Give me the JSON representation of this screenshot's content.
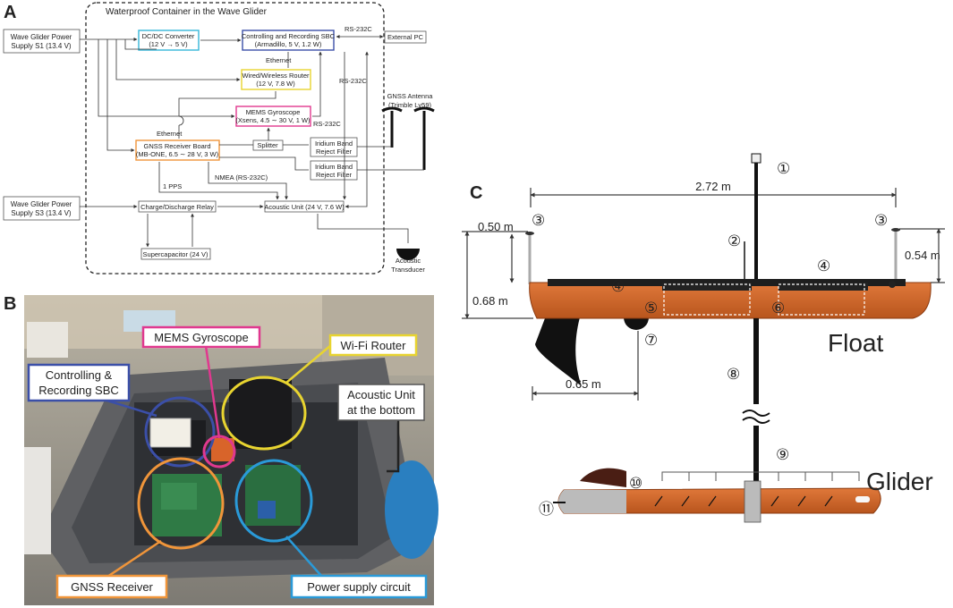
{
  "panels": {
    "a": "A",
    "b": "B",
    "c": "C"
  },
  "panel_a": {
    "container_title": "Waterproof Container in the Wave Glider",
    "ps1": [
      "Wave Glider Power",
      "Supply S1 (13.4 V)"
    ],
    "ps3": [
      "Wave Glider Power",
      "Supply S3 (13.4 V)"
    ],
    "dcdc": [
      "DC/DC Converter",
      "(12 V → 5 V)"
    ],
    "sbc": [
      "Controlling and Recording SBC",
      "(Armadillo, 5 V, 1.2 W)"
    ],
    "external_pc": "External PC",
    "rs232c": "RS-232C",
    "ethernet": "Ethernet",
    "router": [
      "Wired/Wireless Router",
      "(12 V, 7.8 W)"
    ],
    "gnss_antenna": [
      "GNSS Antenna",
      "(Trimble Lv59)"
    ],
    "mems": [
      "MEMS Gyroscope",
      "(Xsens, 4.5 ∼ 30 V, 1 W)"
    ],
    "gnss_board": [
      "GNSS Receiver Board",
      "(MB-ONE, 6.5 ∼ 28 V, 3 W)"
    ],
    "splitter": "Splitter",
    "iridium": [
      "Iridium Band",
      "Reject Filter"
    ],
    "pps": "1 PPS",
    "nmea": "NMEA (RS-232C)",
    "relay": "Charge/Discharge Relay",
    "acoustic_unit": "Acoustic Unit (24 V, 7.6 W)",
    "supercap": "Supercapacitor (24 V)",
    "transducer": [
      "Acoustic",
      "Transducer"
    ]
  },
  "panel_b": {
    "labels": {
      "mems": "MEMS Gyroscope",
      "wifi": "Wi-Fi Router",
      "sbc": [
        "Controlling &",
        "Recording SBC"
      ],
      "acoustic": [
        "Acoustic Unit",
        "at the bottom"
      ],
      "gnss": "GNSS Receiver",
      "power": "Power supply circuit"
    }
  },
  "panel_c": {
    "dims": {
      "length": "2.72 m",
      "mast_left": "0.50 m",
      "height": "0.68 m",
      "mast_right": "0.54 m",
      "keel": "0.65 m"
    },
    "float_label": "Float",
    "glider_label": "Glider",
    "markers": [
      "①",
      "②",
      "③",
      "④",
      "⑤",
      "⑥",
      "⑦",
      "⑧",
      "⑨",
      "⑩",
      "⑪"
    ]
  },
  "colors": {
    "dcdc": "#35b6d8",
    "sbc": "#3b4fa8",
    "router": "#e8d430",
    "mems": "#e0388f",
    "gnss": "#f0953a",
    "power": "#2a9ad8",
    "hull": "#d56a2a",
    "hull_edge": "#8a3a10"
  }
}
